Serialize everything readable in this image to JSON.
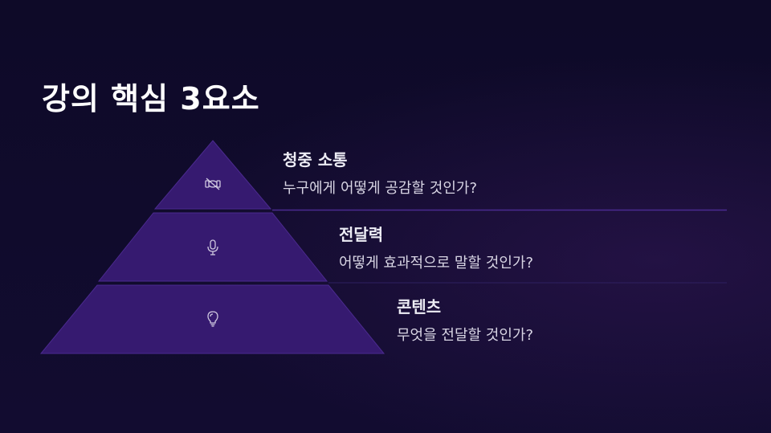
{
  "slide": {
    "title": "강의 핵심 3요소",
    "tiers": [
      {
        "heading": "청중 소통",
        "question": "누구에게 어떻게 공감할 것인가?",
        "icon": "video-off-icon"
      },
      {
        "heading": "전달력",
        "question": "어떻게 효과적으로 말할 것인가?",
        "icon": "microphone-icon"
      },
      {
        "heading": "콘텐츠",
        "question": "무엇을 전달할 것인가?",
        "icon": "lightbulb-icon"
      }
    ]
  },
  "colors": {
    "background": "#0f0b29",
    "pyramid": "#361a70",
    "divider": "#4a2a90"
  }
}
